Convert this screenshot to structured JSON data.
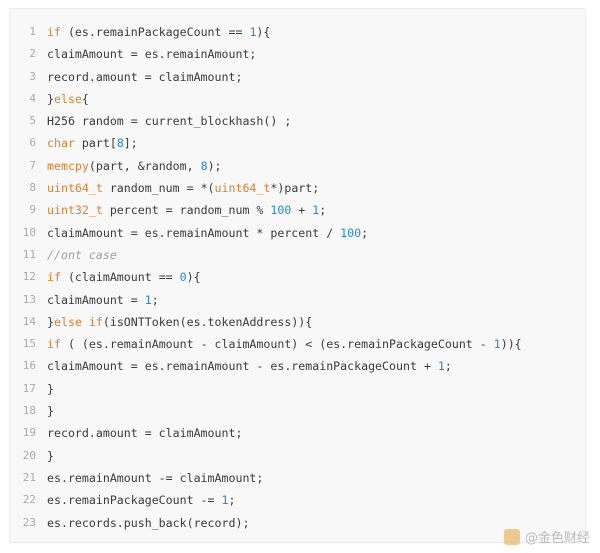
{
  "code": {
    "lines": [
      [
        {
          "t": "if",
          "c": "kw"
        },
        {
          "t": " (es.remainPackageCount == "
        },
        {
          "t": "1",
          "c": "num"
        },
        {
          "t": "){"
        }
      ],
      [
        {
          "t": "claimAmount = es.remainAmount;"
        }
      ],
      [
        {
          "t": "record.amount = claimAmount;"
        }
      ],
      [
        {
          "t": "}"
        },
        {
          "t": "else",
          "c": "kw"
        },
        {
          "t": "{"
        }
      ],
      [
        {
          "t": "H256 random = current_blockhash() ;"
        }
      ],
      [
        {
          "t": "char",
          "c": "kw"
        },
        {
          "t": " part["
        },
        {
          "t": "8",
          "c": "num"
        },
        {
          "t": "];"
        }
      ],
      [
        {
          "t": "memcpy",
          "c": "kw"
        },
        {
          "t": "(part, &random, "
        },
        {
          "t": "8",
          "c": "num"
        },
        {
          "t": ");"
        }
      ],
      [
        {
          "t": "uint64_t",
          "c": "kw"
        },
        {
          "t": " random_num = *("
        },
        {
          "t": "uint64_t",
          "c": "kw"
        },
        {
          "t": "*)part;"
        }
      ],
      [
        {
          "t": "uint32_t",
          "c": "kw"
        },
        {
          "t": " percent = random_num % "
        },
        {
          "t": "100",
          "c": "num"
        },
        {
          "t": " + "
        },
        {
          "t": "1",
          "c": "num"
        },
        {
          "t": ";"
        }
      ],
      [
        {
          "t": "claimAmount = es.remainAmount * percent / "
        },
        {
          "t": "100",
          "c": "num"
        },
        {
          "t": ";"
        }
      ],
      [
        {
          "t": "//ont case",
          "c": "cm"
        }
      ],
      [
        {
          "t": "if",
          "c": "kw"
        },
        {
          "t": " (claimAmount == "
        },
        {
          "t": "0",
          "c": "num"
        },
        {
          "t": "){"
        }
      ],
      [
        {
          "t": "claimAmount = "
        },
        {
          "t": "1",
          "c": "num"
        },
        {
          "t": ";"
        }
      ],
      [
        {
          "t": "}"
        },
        {
          "t": "else",
          "c": "kw"
        },
        {
          "t": " "
        },
        {
          "t": "if",
          "c": "kw"
        },
        {
          "t": "(isONTToken(es.tokenAddress)){"
        }
      ],
      [
        {
          "t": "if",
          "c": "kw"
        },
        {
          "t": " ( (es.remainAmount - claimAmount) < (es.remainPackageCount - "
        },
        {
          "t": "1",
          "c": "num"
        },
        {
          "t": ")){"
        }
      ],
      [
        {
          "t": "claimAmount = es.remainAmount - es.remainPackageCount + "
        },
        {
          "t": "1",
          "c": "num"
        },
        {
          "t": ";"
        }
      ],
      [
        {
          "t": "}"
        }
      ],
      [
        {
          "t": "}"
        }
      ],
      [
        {
          "t": "record.amount = claimAmount;"
        }
      ],
      [
        {
          "t": "}"
        }
      ],
      [
        {
          "t": "es.remainAmount -= claimAmount;"
        }
      ],
      [
        {
          "t": "es.remainPackageCount -= "
        },
        {
          "t": "1",
          "c": "num"
        },
        {
          "t": ";"
        }
      ],
      [
        {
          "t": "es.records.push_back(record);"
        }
      ]
    ]
  },
  "colors": {
    "keyword": "#d9822b",
    "number": "#1e8ad6",
    "comment": "#a0a0a0",
    "text": "#3a3a3a",
    "line_number": "#a9a9ad",
    "panel_background": "#f8f8f9"
  },
  "watermark": {
    "icon": "jinse-logo-icon",
    "text": "@金色财经"
  }
}
